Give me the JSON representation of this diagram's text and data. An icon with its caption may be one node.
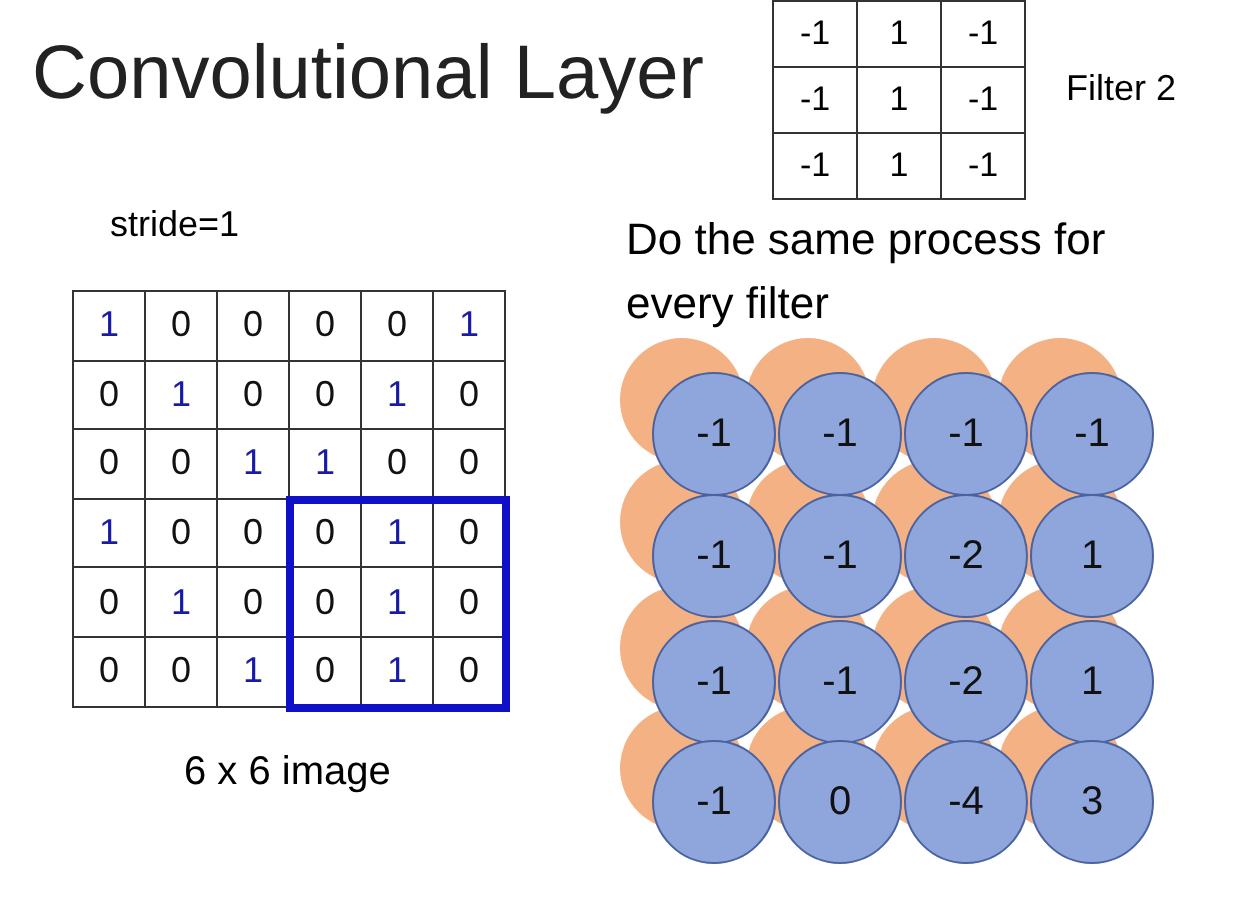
{
  "diagram": {
    "title": "Convolutional Layer",
    "nodes": [
      {
        "text": [
          "-1"
        ]
      },
      {
        "text": [
          "-1"
        ]
      },
      {
        "text": [
          "-1"
        ]
      },
      {
        "text": [
          "-1"
        ]
      },
      {
        "text": [
          "-1"
        ]
      },
      {
        "text": [
          "-1"
        ]
      },
      {
        "text": [
          "-2"
        ]
      },
      {
        "text": [
          "1"
        ]
      },
      {
        "text": [
          "-1"
        ]
      },
      {
        "text": [
          "-1"
        ]
      },
      {
        "text": [
          "-2"
        ]
      },
      {
        "text": [
          "1"
        ]
      },
      {
        "text": [
          "-1"
        ]
      },
      {
        "text": [
          "0"
        ]
      },
      {
        "text": [
          "-4"
        ]
      },
      {
        "text": [
          "3"
        ]
      }
    ],
    "edges": [],
    "labels": [
      "-1",
      "1",
      "-1",
      "-1",
      "1",
      "-1",
      "-1",
      "1",
      "-1",
      "Filter 2",
      "stride=1",
      "Do the same process for every filter",
      "1",
      "0",
      "0",
      "0",
      "0",
      "1",
      "0",
      "1",
      "0",
      "0",
      "1",
      "0",
      "0",
      "0",
      "1",
      "1",
      "0",
      "0",
      "1",
      "0",
      "0",
      "0",
      "1",
      "0",
      "0",
      "1",
      "0",
      "0",
      "1",
      "0",
      "0",
      "0",
      "1",
      "0",
      "1",
      "0",
      "6 x 6 image"
    ]
  }
}
